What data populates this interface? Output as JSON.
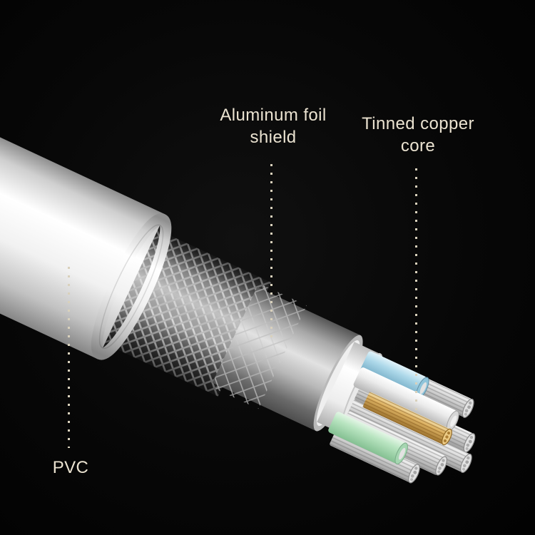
{
  "theme": {
    "background": "#070707",
    "label_color": "#ebe3d1",
    "dotted_color": "#d9d1bc"
  },
  "callouts": [
    {
      "id": "foil-shield",
      "line1": "Aluminum foil",
      "line2": "shield"
    },
    {
      "id": "copper-core",
      "line1": "Tinned copper",
      "line2": "core"
    },
    {
      "id": "pvc",
      "line1": "PVC",
      "line2": ""
    }
  ],
  "cable_layers": [
    {
      "part": "pvc-jacket",
      "color": "#f0f0f0"
    },
    {
      "part": "braided-shield",
      "color": "#b9b9b9"
    },
    {
      "part": "aluminum-foil-shield",
      "color": "#c9c9c9"
    },
    {
      "part": "inner-insulation",
      "color": "#ededed"
    },
    {
      "part": "wire-blue-insulated",
      "color": "#aed9ea"
    },
    {
      "part": "wire-white-insulated",
      "color": "#ececec"
    },
    {
      "part": "wire-green-insulated",
      "color": "#b9e5c1"
    },
    {
      "part": "tinned-copper-strands",
      "color": "#dcdcdc"
    },
    {
      "part": "copper-core",
      "color": "#ddb263"
    }
  ]
}
